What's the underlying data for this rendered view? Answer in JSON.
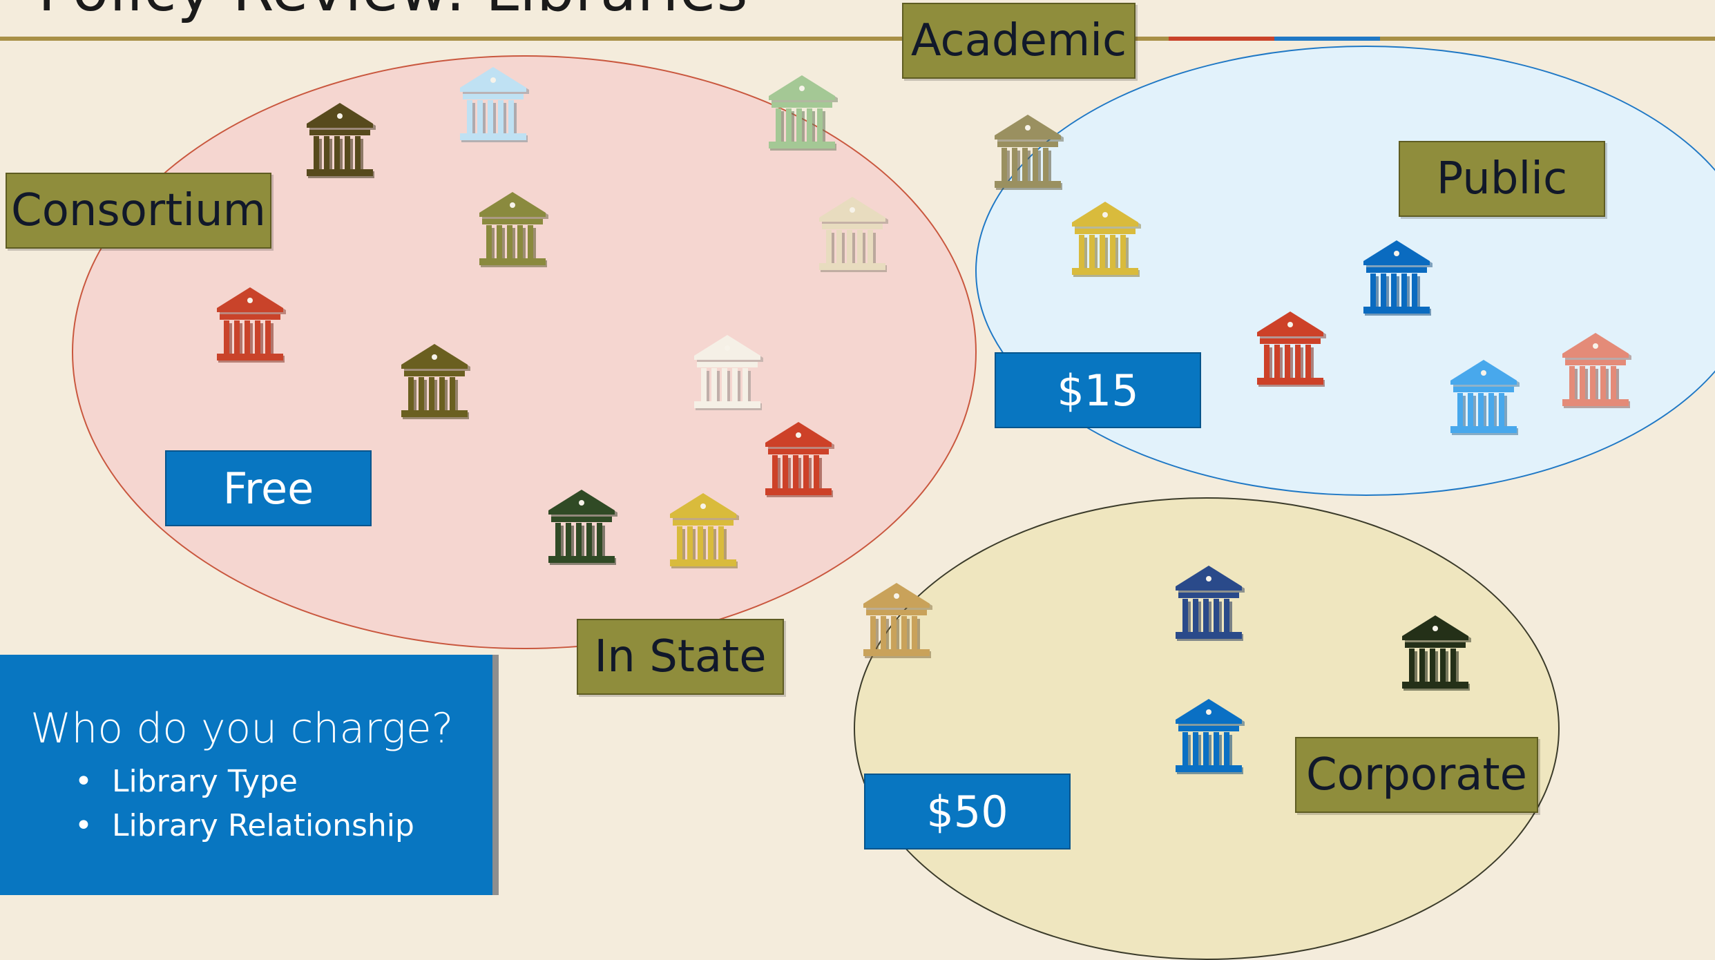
{
  "title": "Policy Review: Libraries",
  "labels": {
    "academic": "Academic",
    "public": "Public",
    "consortium": "Consortium",
    "in_state": "In State",
    "corporate": "Corporate"
  },
  "prices": {
    "free": "Free",
    "fifteen": "$15",
    "fifty": "$50"
  },
  "question": {
    "title": "Who do you charge?",
    "items": [
      "Library Type",
      "Library Relationship"
    ]
  },
  "colors": {
    "background": "#f4ecdc",
    "consortium_fill": "#f5d6d0",
    "public_fill": "#e2f2fb",
    "corporate_fill": "#efe6bf",
    "label_olive": "#8f8d3c",
    "price_blue": "#0876c1"
  },
  "icons": [
    {
      "name": "library-icon",
      "color": "#574a1d"
    },
    {
      "name": "library-icon",
      "color": "#bfe1f3"
    },
    {
      "name": "library-icon",
      "color": "#a4c895"
    },
    {
      "name": "library-icon",
      "color": "#8a8a3e"
    },
    {
      "name": "library-icon",
      "color": "#e8dcbf"
    },
    {
      "name": "library-icon",
      "color": "#c9432a"
    },
    {
      "name": "library-icon",
      "color": "#6a5f20"
    },
    {
      "name": "library-icon",
      "color": "#f5f0e6"
    },
    {
      "name": "library-icon",
      "color": "#cd4128"
    },
    {
      "name": "library-icon",
      "color": "#304a25"
    },
    {
      "name": "library-icon",
      "color": "#d9bb3c"
    },
    {
      "name": "library-icon",
      "color": "#9a9060"
    },
    {
      "name": "library-icon",
      "color": "#d9bb3c"
    },
    {
      "name": "library-icon",
      "color": "#0a6bc0"
    },
    {
      "name": "library-icon",
      "color": "#cd4128"
    },
    {
      "name": "library-icon",
      "color": "#48a8ec"
    },
    {
      "name": "library-icon",
      "color": "#e48b78"
    },
    {
      "name": "library-icon",
      "color": "#c9a25a"
    },
    {
      "name": "library-icon",
      "color": "#2a4a8a"
    },
    {
      "name": "library-icon",
      "color": "#243018"
    },
    {
      "name": "library-icon",
      "color": "#0a70c4"
    }
  ]
}
